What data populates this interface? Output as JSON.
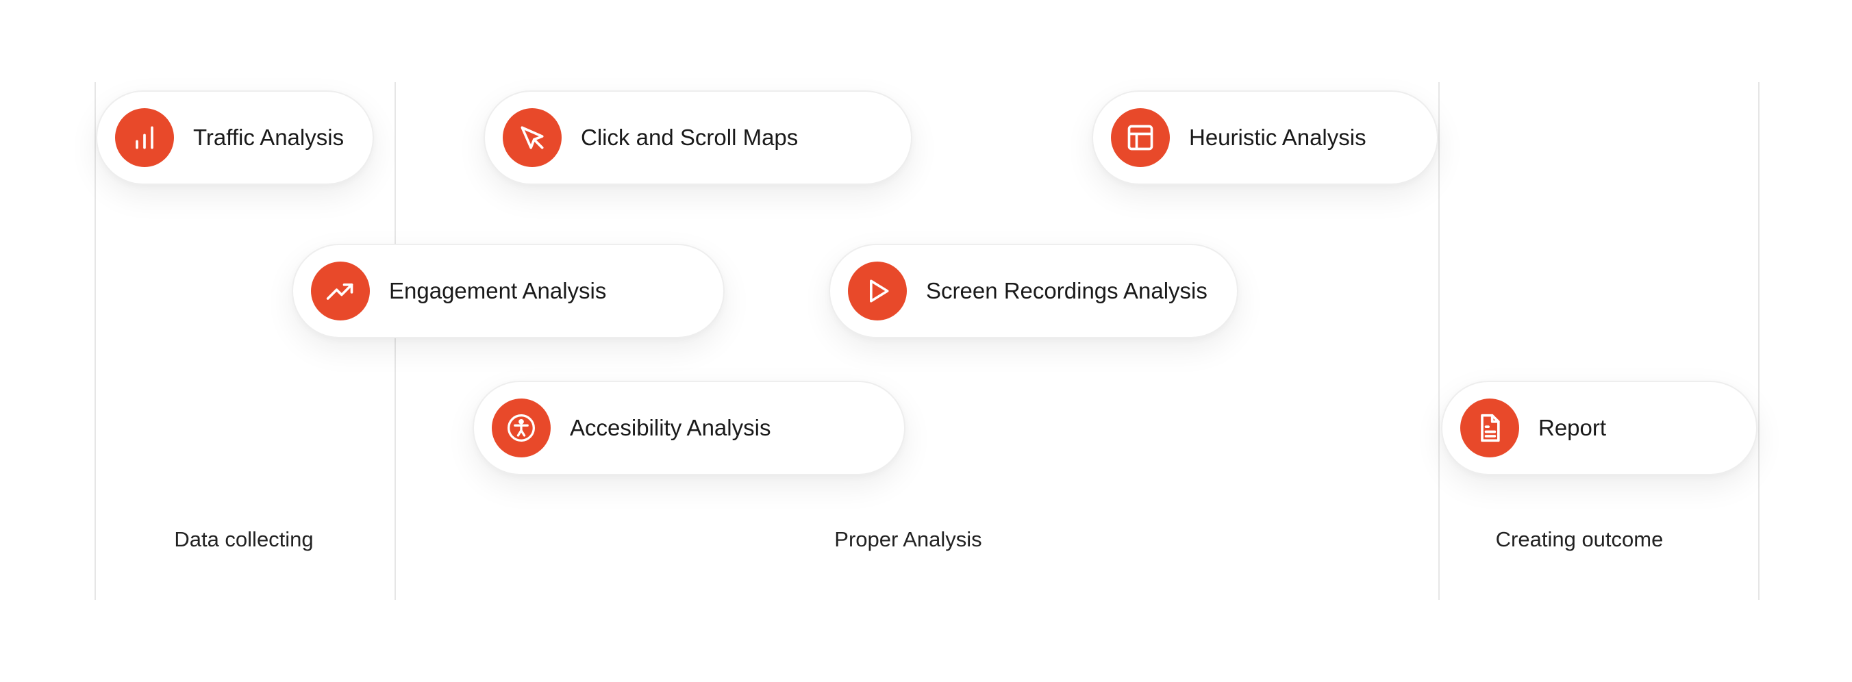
{
  "colors": {
    "accent": "#e8492a",
    "divider": "#e6e6e6"
  },
  "phases": {
    "data_collecting": "Data collecting",
    "proper_analysis": "Proper Analysis",
    "creating_outcome": "Creating outcome"
  },
  "steps": {
    "traffic": {
      "label": "Traffic Analysis",
      "icon": "bar-chart-icon"
    },
    "click_scroll": {
      "label": "Click and Scroll Maps",
      "icon": "cursor-pointer-icon"
    },
    "heuristic": {
      "label": "Heuristic Analysis",
      "icon": "layout-icon"
    },
    "engagement": {
      "label": "Engagement Analysis",
      "icon": "trending-up-icon"
    },
    "screen_recordings": {
      "label": "Screen Recordings Analysis",
      "icon": "play-icon"
    },
    "accessibility": {
      "label": "Accesibility Analysis",
      "icon": "accessibility-icon"
    },
    "report": {
      "label": "Report",
      "icon": "document-icon"
    }
  }
}
